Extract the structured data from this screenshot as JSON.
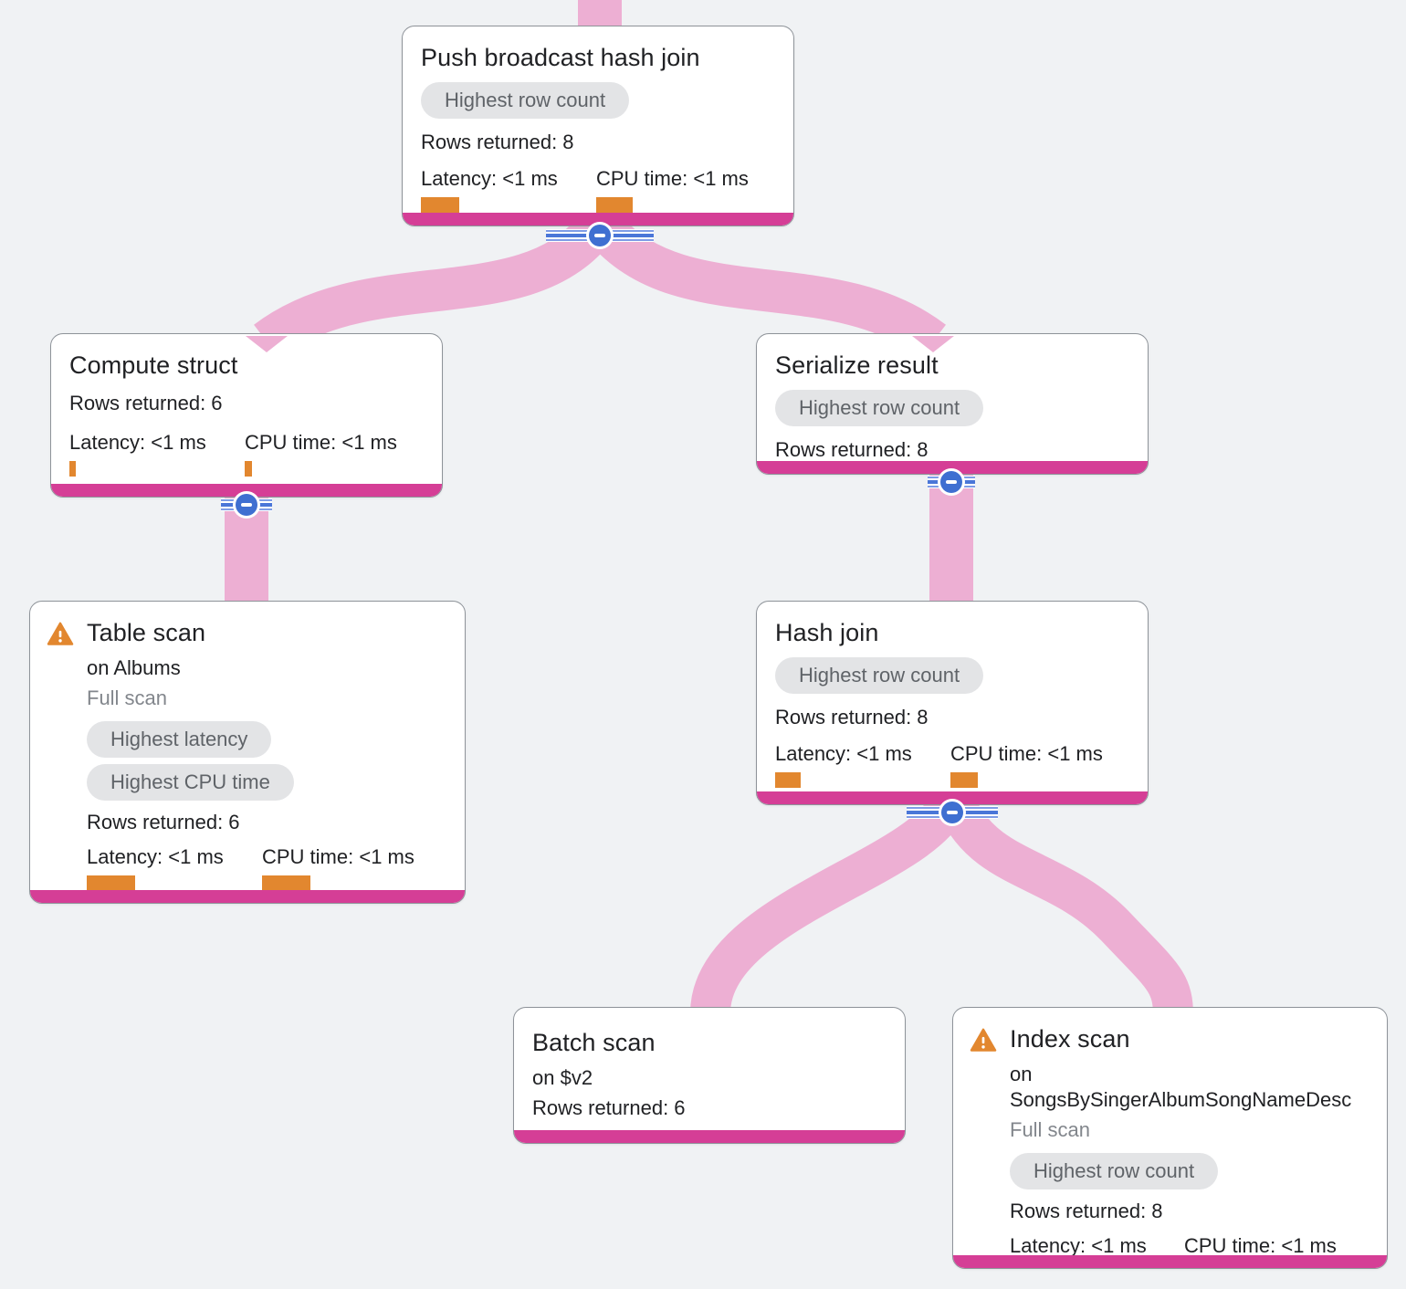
{
  "diagram_type": "query-execution-plan-tree",
  "colors": {
    "background": "#f0f2f4",
    "node_footer_accent": "#d53e96",
    "edge_pink": "#edafd3",
    "metric_bar_orange": "#e2872f",
    "warning_orange": "#e2872f",
    "collapse_button_blue": "#3f6fd1",
    "badge_background": "#e3e4e6",
    "badge_text": "#5f6368",
    "text_primary": "#202124",
    "text_secondary": "#82868c"
  },
  "nodes": [
    {
      "title": "Push broadcast hash join",
      "badge1": "Highest row count",
      "rows": "Rows returned: 8",
      "latency": "Latency: <1 ms",
      "cpu": "CPU time: <1 ms"
    },
    {
      "title": "Compute struct",
      "rows": "Rows returned: 6",
      "latency": "Latency: <1 ms",
      "cpu": "CPU time: <1 ms"
    },
    {
      "title": "Table scan",
      "on": "on Albums",
      "scan": "Full scan",
      "badge1": "Highest latency",
      "badge2": "Highest CPU time",
      "rows": "Rows returned: 6",
      "latency": "Latency: <1 ms",
      "cpu": "CPU time: <1 ms",
      "warning": true
    },
    {
      "title": "Serialize result",
      "badge1": "Highest row count",
      "rows": "Rows returned: 8"
    },
    {
      "title": "Hash join",
      "badge1": "Highest row count",
      "rows": "Rows returned: 8",
      "latency": "Latency: <1 ms",
      "cpu": "CPU time: <1 ms"
    },
    {
      "title": "Batch scan",
      "on": "on $v2",
      "rows": "Rows returned: 6"
    },
    {
      "title": "Index scan",
      "on": "on SongsBySingerAlbumSongNameDesc",
      "scan": "Full scan",
      "badge1": "Highest row count",
      "rows": "Rows returned: 8",
      "latency": "Latency: <1 ms",
      "cpu": "CPU time: <1 ms",
      "warning": true
    }
  ],
  "edges": [
    {
      "from": "(root above viewport)",
      "to": "Push broadcast hash join"
    },
    {
      "from": "Push broadcast hash join",
      "to": "Compute struct"
    },
    {
      "from": "Push broadcast hash join",
      "to": "Serialize result"
    },
    {
      "from": "Compute struct",
      "to": "Table scan"
    },
    {
      "from": "Serialize result",
      "to": "Hash join"
    },
    {
      "from": "Hash join",
      "to": "Batch scan"
    },
    {
      "from": "Hash join",
      "to": "Index scan"
    }
  ]
}
